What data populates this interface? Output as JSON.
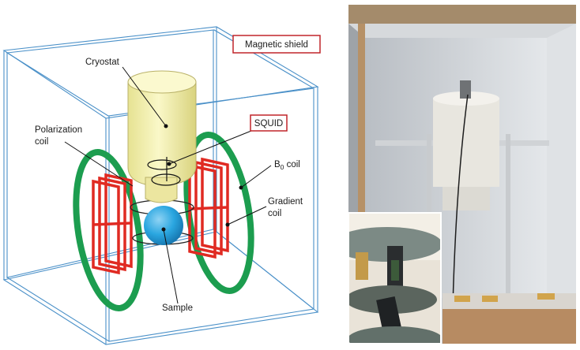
{
  "diagram": {
    "labels": {
      "magnetic_shield": "Magnetic shield",
      "cryostat": "Cryostat",
      "squid": "SQUID",
      "polarization_coil_line1": "Polarization",
      "polarization_coil_line2": "coil",
      "b0_coil_prefix": "B",
      "b0_coil_subscript": "0",
      "b0_coil_suffix": " coil",
      "gradient_coil_line1": "Gradient",
      "gradient_coil_line2": "coil",
      "sample": "Sample"
    },
    "colors": {
      "shield_edges": "#4a90c8",
      "cryostat_fill": "#f2efa4",
      "polarization_coil": "#e02a22",
      "b0_coil": "#1c9d4f",
      "sample": "#2aa6e0",
      "label_box_border": "#c0252a"
    }
  },
  "photos": {
    "main": {
      "subject": "photo of magnetic shield room with cryostat",
      "icon": "photo"
    },
    "inset": {
      "subject": "photo of SQUID sensor close-up",
      "icon": "photo"
    }
  }
}
